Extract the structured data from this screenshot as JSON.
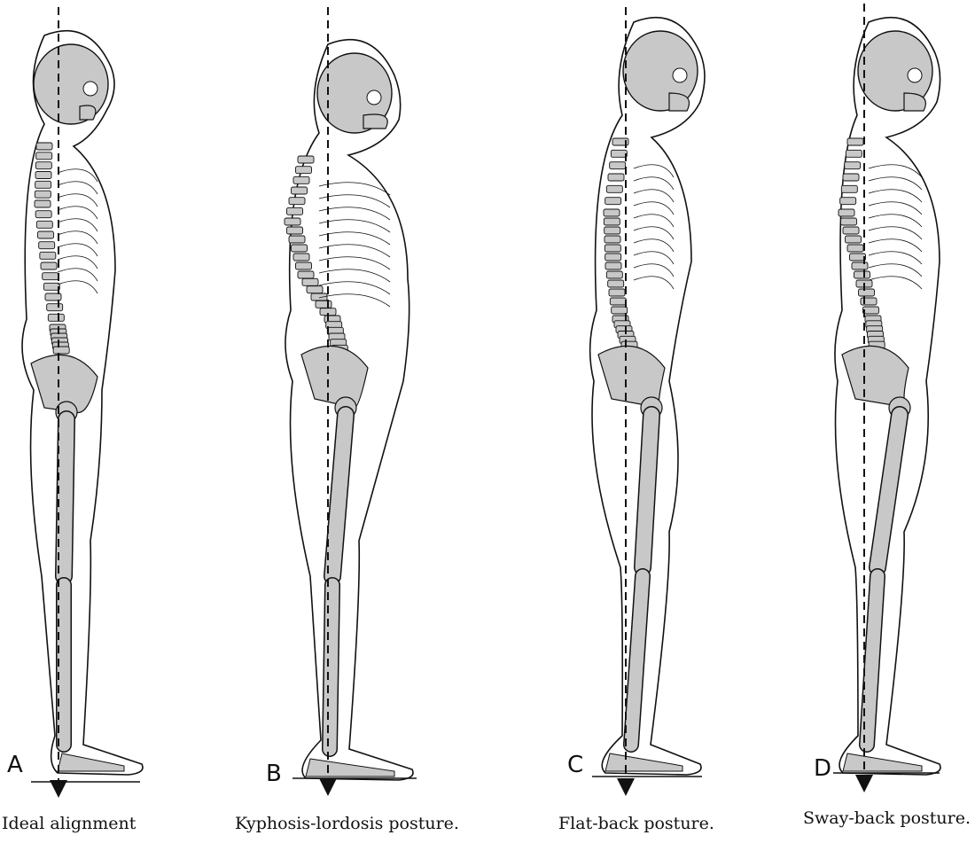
{
  "figure": {
    "panels": [
      {
        "letter": "A",
        "caption": "Ideal alignment"
      },
      {
        "letter": "B",
        "caption": "Kyphosis-lordosis posture."
      },
      {
        "letter": "C",
        "caption": "Flat-back posture."
      },
      {
        "letter": "D",
        "caption": "Sway-back posture."
      }
    ]
  },
  "colors": {
    "bone_fill": "#c8c8c8",
    "outline": "#111111",
    "background": "#ffffff"
  }
}
